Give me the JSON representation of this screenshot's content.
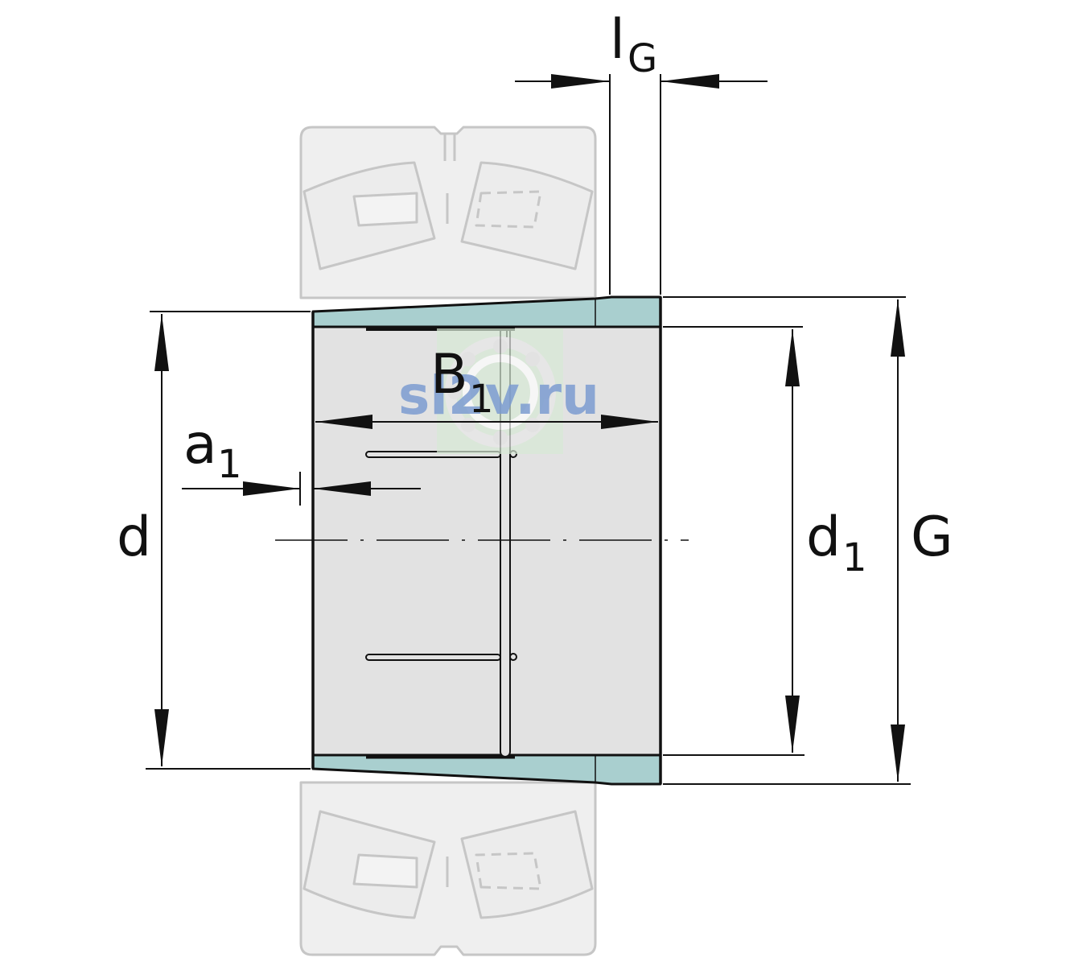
{
  "labels": {
    "lG": "l",
    "lG_sub": "G",
    "B1": "B",
    "B1_sub": "1",
    "a1": "a",
    "a1_sub": "1",
    "d": "d",
    "d1": "d",
    "d1_sub": "1",
    "G": "G"
  },
  "watermark": {
    "text": "sl2v.ru"
  },
  "colors": {
    "line": "#111111",
    "sleeve_fill": "#e2e2e2",
    "sleeve_edge": "#a9cfcf",
    "ghost_fill": "#efefef",
    "ghost_stroke": "#c6c6c6",
    "watermark_text": "#7b9bd0",
    "watermark_bg": "#d8ead6"
  }
}
